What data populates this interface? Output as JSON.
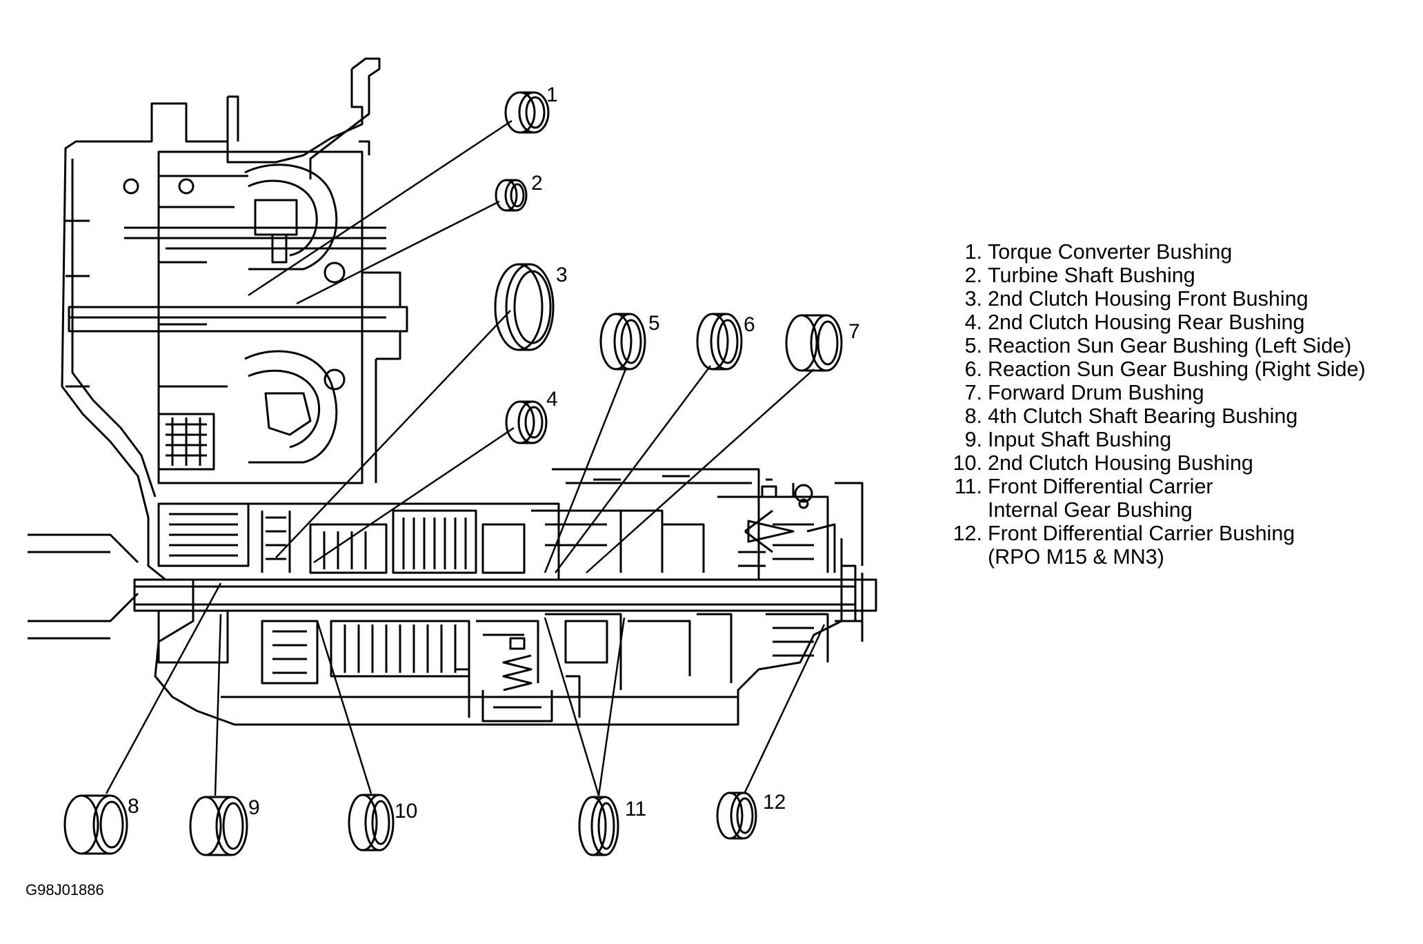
{
  "figure_id": "G98J01886",
  "legend": [
    {
      "num": "1.",
      "label": "Torque Converter Bushing"
    },
    {
      "num": "2.",
      "label": "Turbine Shaft Bushing"
    },
    {
      "num": "3.",
      "label": "2nd Clutch Housing Front Bushing"
    },
    {
      "num": "4.",
      "label": "2nd Clutch Housing Rear Bushing"
    },
    {
      "num": "5.",
      "label": "Reaction Sun Gear Bushing (Left Side)"
    },
    {
      "num": "6.",
      "label": "Reaction Sun Gear Bushing (Right Side)"
    },
    {
      "num": "7.",
      "label": "Forward Drum Bushing"
    },
    {
      "num": "8.",
      "label": "4th Clutch Shaft Bearing Bushing"
    },
    {
      "num": "9.",
      "label": "Input Shaft Bushing"
    },
    {
      "num": "10.",
      "label": "2nd Clutch Housing Bushing"
    },
    {
      "num": "11.",
      "label": "Front Differential Carrier",
      "cont": "Internal Gear Bushing"
    },
    {
      "num": "12.",
      "label": "Front Differential Carrier Bushing",
      "cont": "(RPO M15 & MN3)"
    }
  ],
  "callouts": [
    "1",
    "2",
    "3",
    "4",
    "5",
    "6",
    "7",
    "8",
    "9",
    "10",
    "11",
    "12"
  ]
}
